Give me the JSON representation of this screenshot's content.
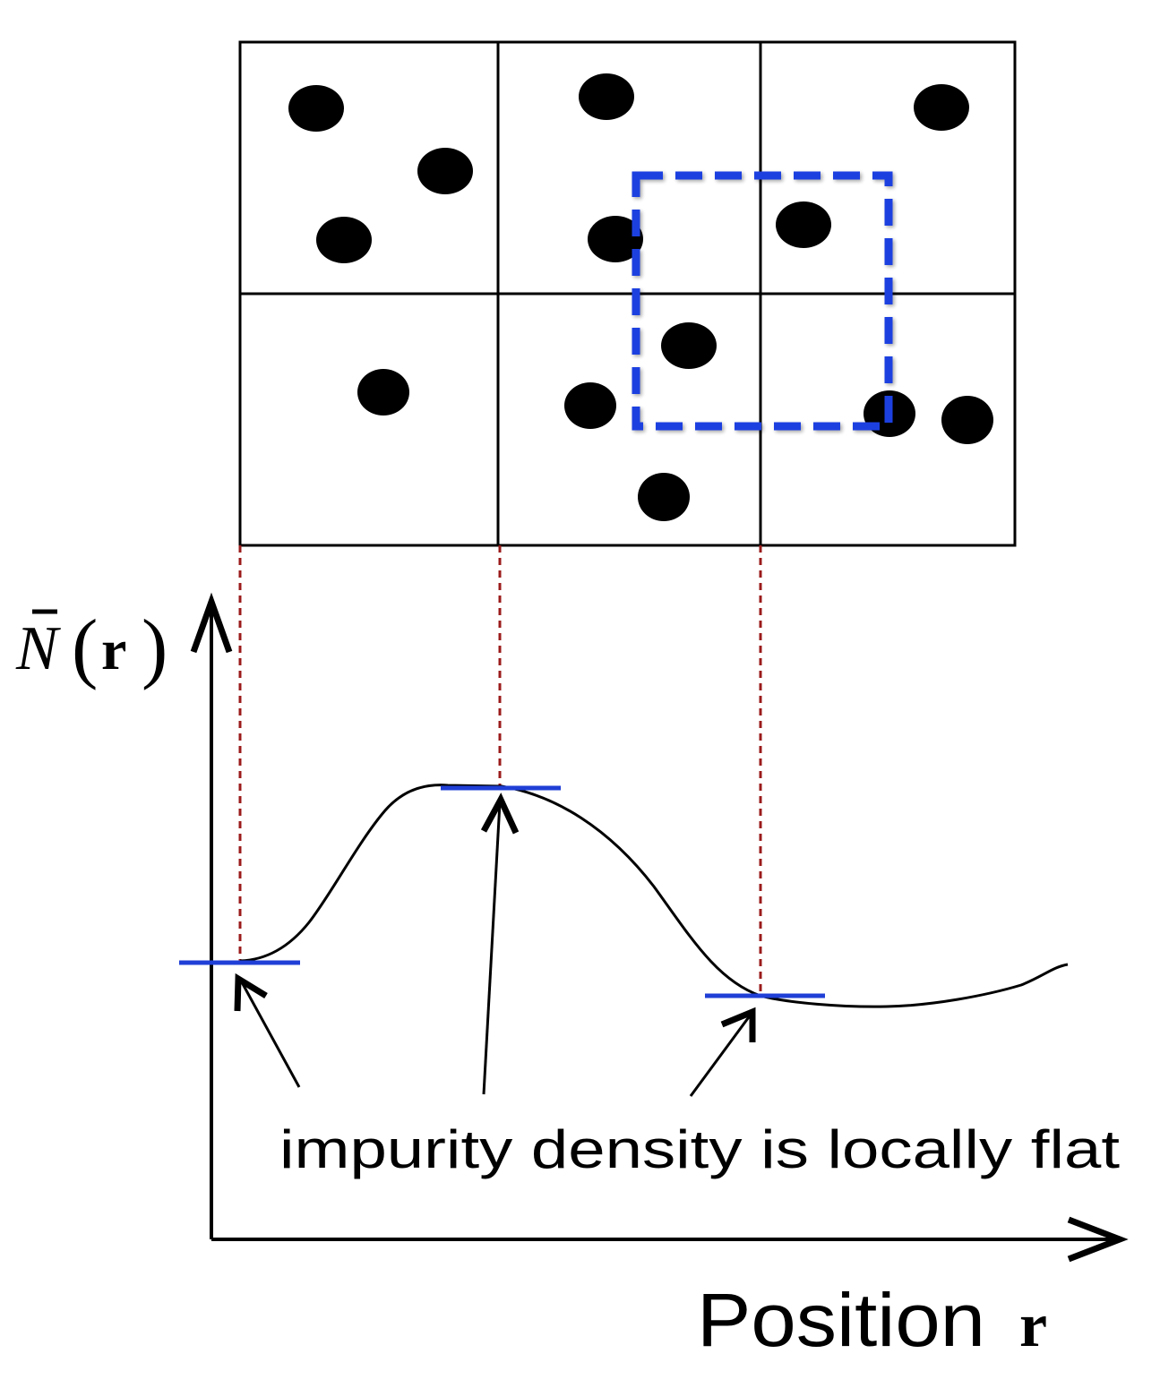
{
  "ylabel": {
    "symbol": "N",
    "open_paren": "(",
    "vector": "r",
    "close_paren": ")"
  },
  "xlabel": {
    "word": "Position",
    "vector": "r"
  },
  "annotation": "impurity density is locally flat",
  "colors": {
    "grid_lines": "#000000",
    "impurity_dots": "#000000",
    "window_box": "#1a3fe0",
    "guide_lines": "#9b1b1b",
    "flat_markers": "#1f3fd6",
    "curve": "#000000",
    "axes": "#000000"
  },
  "grid": {
    "rows": 2,
    "cols": 3
  }
}
